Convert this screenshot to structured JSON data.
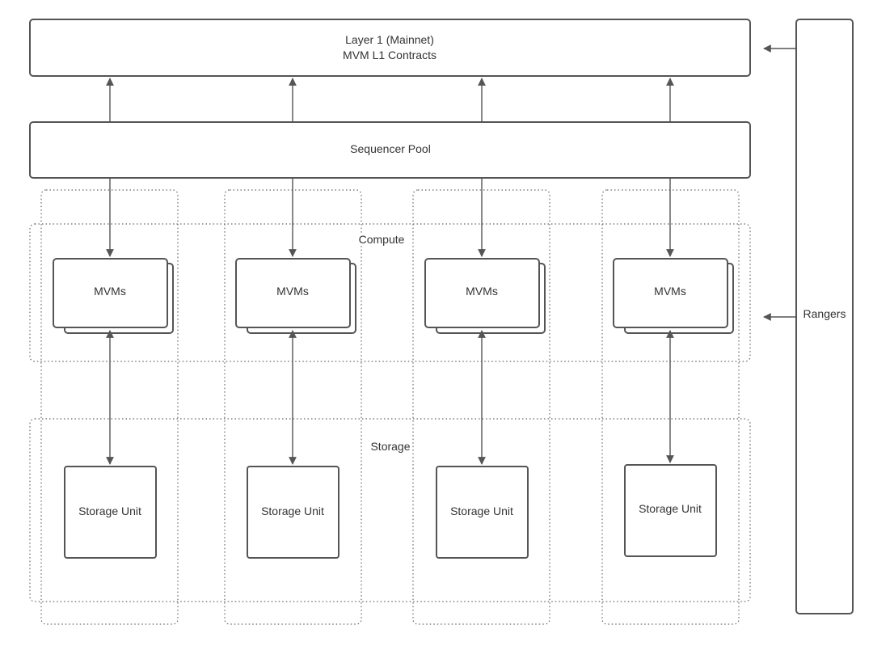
{
  "diagram": {
    "layer1": {
      "line1": "Layer 1 (Mainnet)",
      "line2": "MVM L1 Contracts"
    },
    "sequencer": {
      "label": "Sequencer Pool"
    },
    "rangers": {
      "label": "Rangers"
    },
    "groups": {
      "compute": "Compute",
      "storage": "Storage"
    },
    "columns": [
      {
        "mvm": "MVMs",
        "storage": "Storage Unit"
      },
      {
        "mvm": "MVMs",
        "storage": "Storage Unit"
      },
      {
        "mvm": "MVMs",
        "storage": "Storage Unit"
      },
      {
        "mvm": "MVMs",
        "storage": "Storage Unit"
      }
    ],
    "colors": {
      "stroke": "#555555",
      "text": "#333333",
      "background": "#ffffff"
    }
  }
}
